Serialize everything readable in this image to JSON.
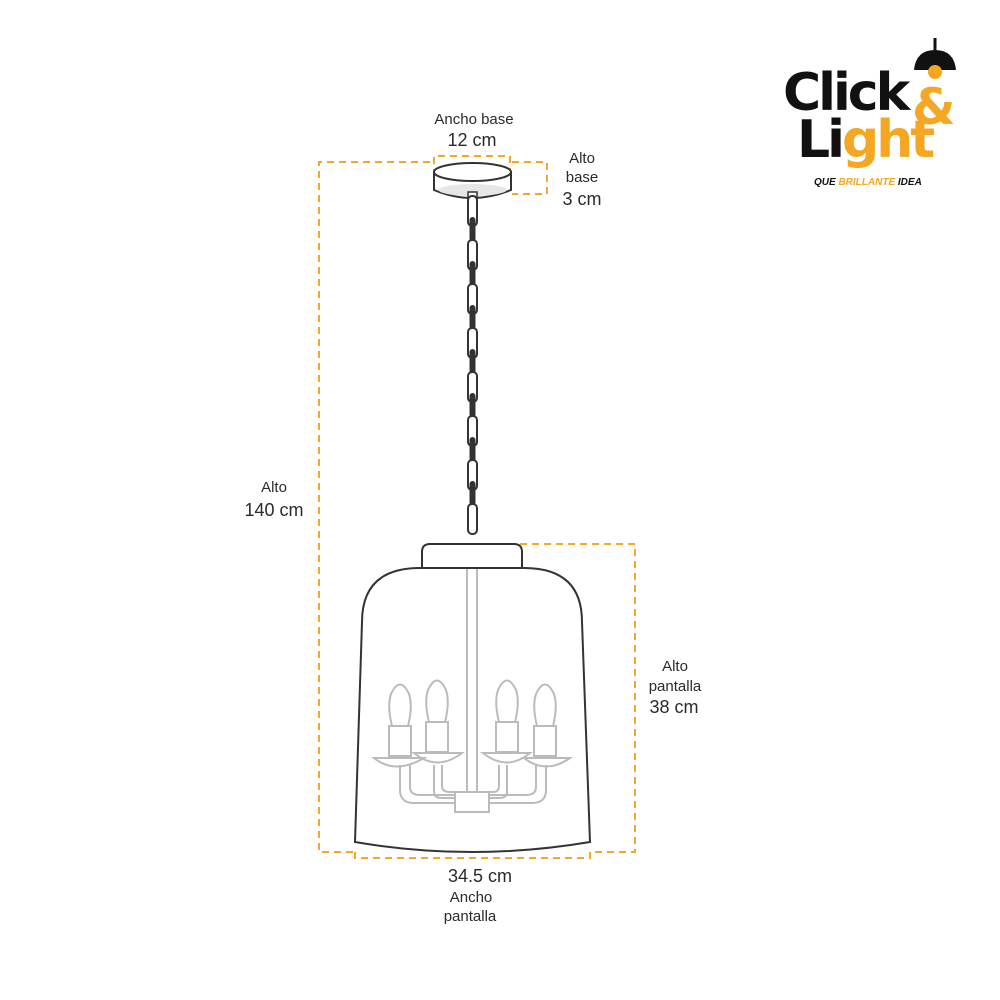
{
  "logo": {
    "word1": "Click",
    "amp": "&",
    "word2_a": "Li",
    "word2_b": "ght",
    "tagline_a": "QUE ",
    "tagline_b": "BRILLANTE",
    "tagline_c": " IDEA",
    "colors": {
      "dark": "#111111",
      "accent": "#f5a623"
    }
  },
  "dimensions": {
    "base_width": {
      "label": "Ancho base",
      "value": "12 cm"
    },
    "base_height": {
      "label_line1": "Alto",
      "label_line2": "base",
      "value": "3 cm"
    },
    "total_height": {
      "label": "Alto",
      "value": "140 cm"
    },
    "shade_height": {
      "label_line1": "Alto",
      "label_line2": "pantalla",
      "value": "38 cm"
    },
    "shade_width": {
      "value": "34.5 cm",
      "label_line1": "Ancho",
      "label_line2": "pantalla"
    }
  },
  "colors": {
    "guide": "#f5a623",
    "outline": "#333333",
    "fixture": "#bbbbbb"
  }
}
